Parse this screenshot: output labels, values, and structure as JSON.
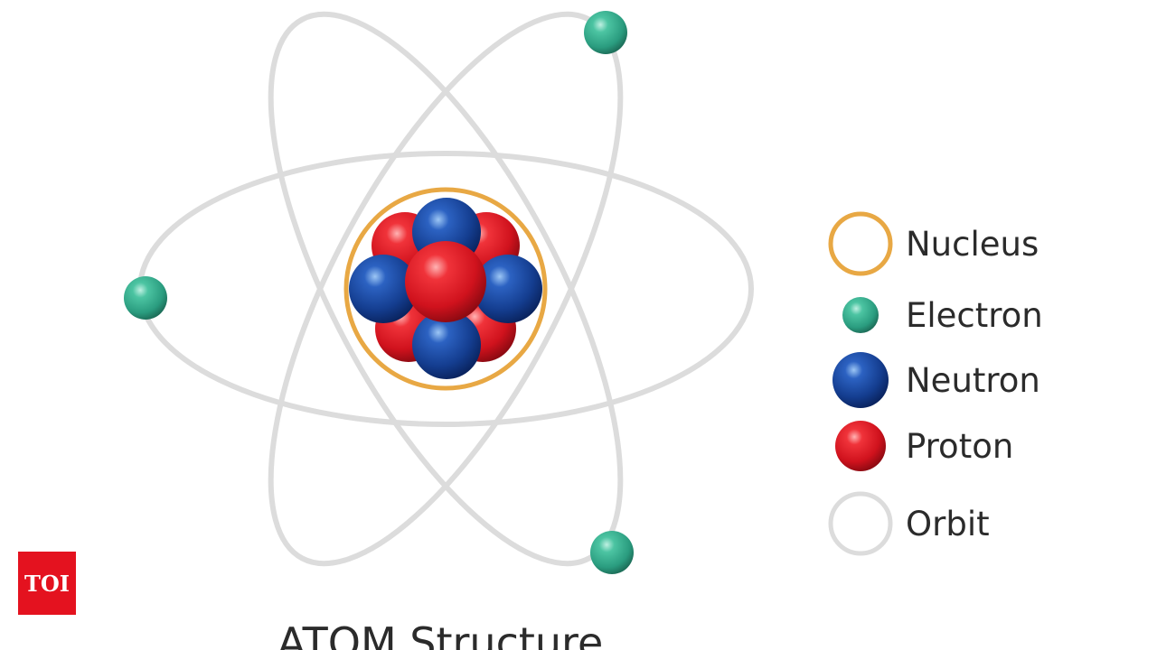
{
  "diagram": {
    "title": "ATOM Structure",
    "colors": {
      "orbit": "#dcdcdc",
      "nucleus_ring": "#e8a844",
      "electron": "#2ea889",
      "neutron": "#143d8f",
      "proton": "#d8141f",
      "text": "#2b2b2b"
    }
  },
  "legend": {
    "items": [
      {
        "key": "nucleus",
        "label": "Nucleus",
        "icon": "ring-icon"
      },
      {
        "key": "electron",
        "label": "Electron",
        "icon": "sphere-icon"
      },
      {
        "key": "neutron",
        "label": "Neutron",
        "icon": "sphere-icon"
      },
      {
        "key": "proton",
        "label": "Proton",
        "icon": "sphere-icon"
      },
      {
        "key": "orbit",
        "label": "Orbit",
        "icon": "ring-icon"
      }
    ]
  },
  "logo": {
    "text": "TOI",
    "color": "#e4121f"
  }
}
